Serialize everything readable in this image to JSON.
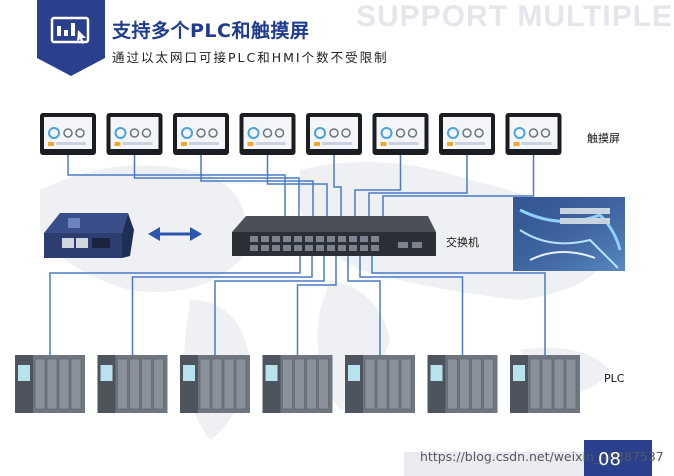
{
  "header": {
    "title": "支持多个PLC和触摸屏",
    "subtitle": "通过以太网口可接PLC和HMI个数不受限制",
    "watermark_title": "SUPPORT MULTIPLE",
    "badge_icon": "device-screen-icon"
  },
  "labels": {
    "hmi": "触摸屏",
    "switch": "交换机",
    "plc": "PLC"
  },
  "hmi_count": 8,
  "plc_count": 7,
  "footer": {
    "page_number": "08",
    "watermark": "https://blog.csdn.net/weixin_40387537"
  },
  "colors": {
    "brand_blue": "#2a3f8e",
    "title_blue": "#1f3b8e",
    "line_blue": "#4a7bc4"
  }
}
